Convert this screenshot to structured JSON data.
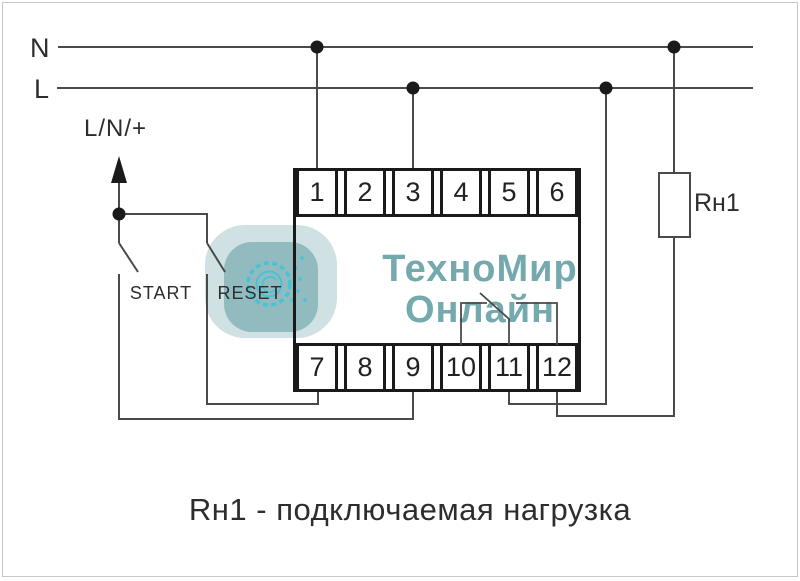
{
  "diagram": {
    "power": {
      "n_label": "N",
      "l_label": "L"
    },
    "supply_input_label": "L/N/+",
    "switches": {
      "start_label": "START",
      "reset_label": "RESET"
    },
    "device": {
      "top_terminals": [
        "1",
        "2",
        "3",
        "4",
        "5",
        "6"
      ],
      "bottom_terminals": [
        "7",
        "8",
        "9",
        "10",
        "11",
        "12"
      ]
    },
    "load": {
      "label": "Rн1"
    },
    "caption": "Rн1 - подключаемая нагрузка"
  },
  "watermark": {
    "line1": "ТехноМир",
    "line2": "Онлайн",
    "icon": "gear-at-icon"
  },
  "colors": {
    "wire": "#4a4a4a",
    "device_border": "#1a1a1a",
    "watermark_text": "#74a9ad",
    "logo_outer": "#a8c8cc",
    "logo_inner": "#7fafb5",
    "gear": "#35c4dd",
    "frame_border": "#c8c8c8"
  }
}
